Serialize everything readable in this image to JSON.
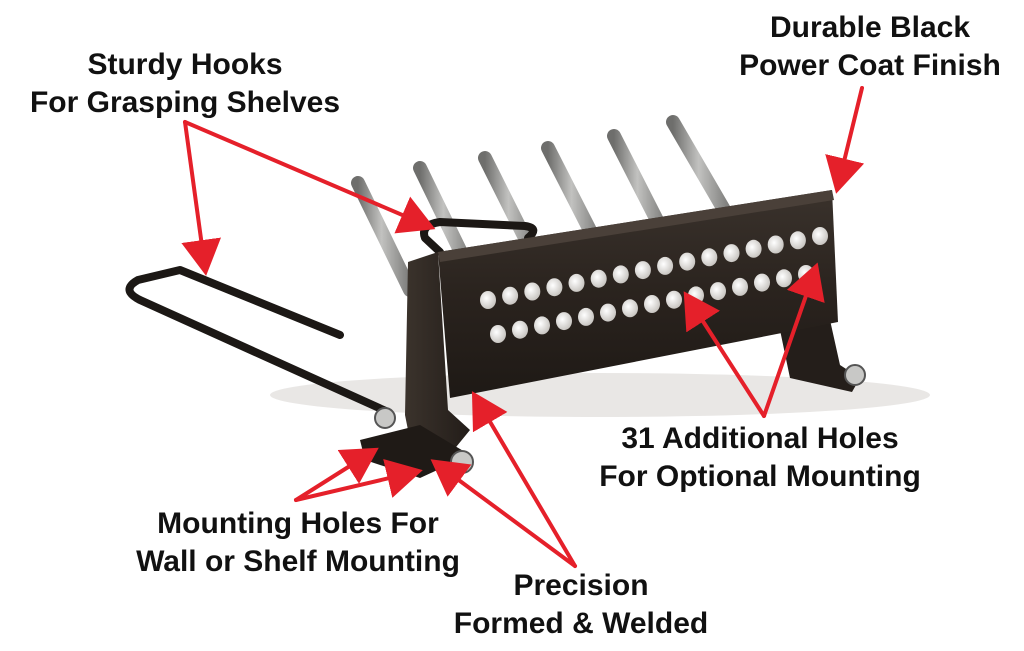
{
  "callouts": {
    "hooks": {
      "line1": "Sturdy Hooks",
      "line2": "For Grasping Shelves"
    },
    "finish": {
      "line1": "Durable Black",
      "line2": "Power Coat Finish"
    },
    "holes": {
      "line1": "31 Additional Holes",
      "line2": "For Optional Mounting"
    },
    "mounting": {
      "line1": "Mounting Holes For",
      "line2": "Wall or Shelf Mounting"
    },
    "welded": {
      "line1": "Precision",
      "line2": "Formed & Welded"
    }
  },
  "colors": {
    "background": "#ffffff",
    "arrow": "#e5202a",
    "steel": "#2a2420",
    "rod": "#9a9a98",
    "text": "#111111"
  },
  "product": {
    "panel_holes_count": 31,
    "rod_count": 6
  }
}
